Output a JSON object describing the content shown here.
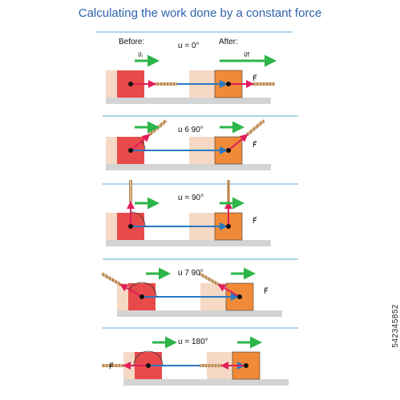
{
  "title": "Calculating the work done by a constant force",
  "labels": {
    "before": "Before:",
    "after": "After:",
    "vi": "v⃗ᵢ",
    "vf": "v⃗f",
    "force": "F⃗"
  },
  "panels": [
    {
      "angle_label": "u = 0°",
      "angle_deg": 0
    },
    {
      "angle_label": "u 6  90°",
      "angle_deg": 40
    },
    {
      "angle_label": "u = 90°",
      "angle_deg": 90
    },
    {
      "angle_label": "u 7  90°",
      "angle_deg": 150
    },
    {
      "angle_label": "u = 180°",
      "angle_deg": 180
    }
  ],
  "watermark": "542345852",
  "colors": {
    "title": "#2f63ad",
    "rule": "#5aa9d6",
    "block_before": "#e84a4a",
    "block_after": "#f08a38",
    "arrow_force": "#e01e5a",
    "arrow_velocity": "#2db54a",
    "arrow_displacement": "#2a78c2",
    "floor": "#d4d4d4"
  }
}
